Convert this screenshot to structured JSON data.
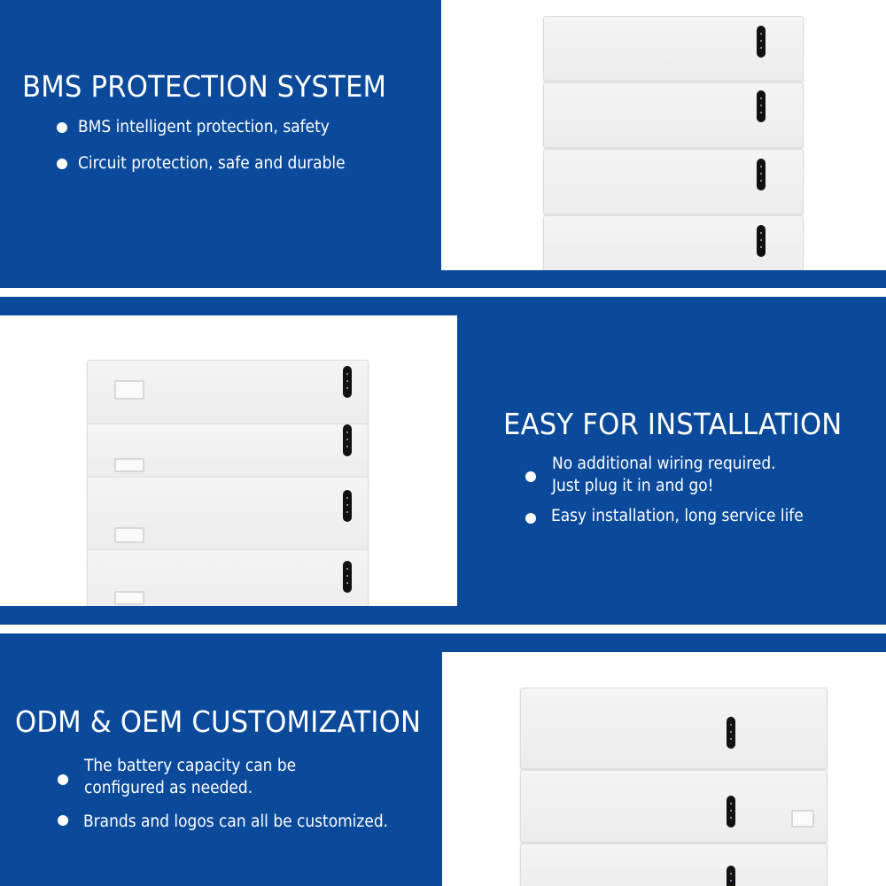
{
  "panels": [
    {
      "title": "BMS PROTECTION SYSTEM",
      "bullets": [
        "BMS intelligent protection, safety",
        "Circuit protection, safe and durable"
      ]
    },
    {
      "title": "EASY FOR INSTALLATION",
      "bullets": [
        "No additional wiring required.",
        "Just plug it in and go!",
        "Easy installation, long service life"
      ]
    },
    {
      "title": "ODM & OEM CUSTOMIZATION",
      "bullets": [
        "The battery capacity can be",
        "configured as needed.",
        "Brands and logos can all be customized."
      ]
    }
  ],
  "colors": {
    "panel_blue": "#0b4a9b",
    "divider": "#ffffff",
    "module_white": "#f3f3f3"
  }
}
